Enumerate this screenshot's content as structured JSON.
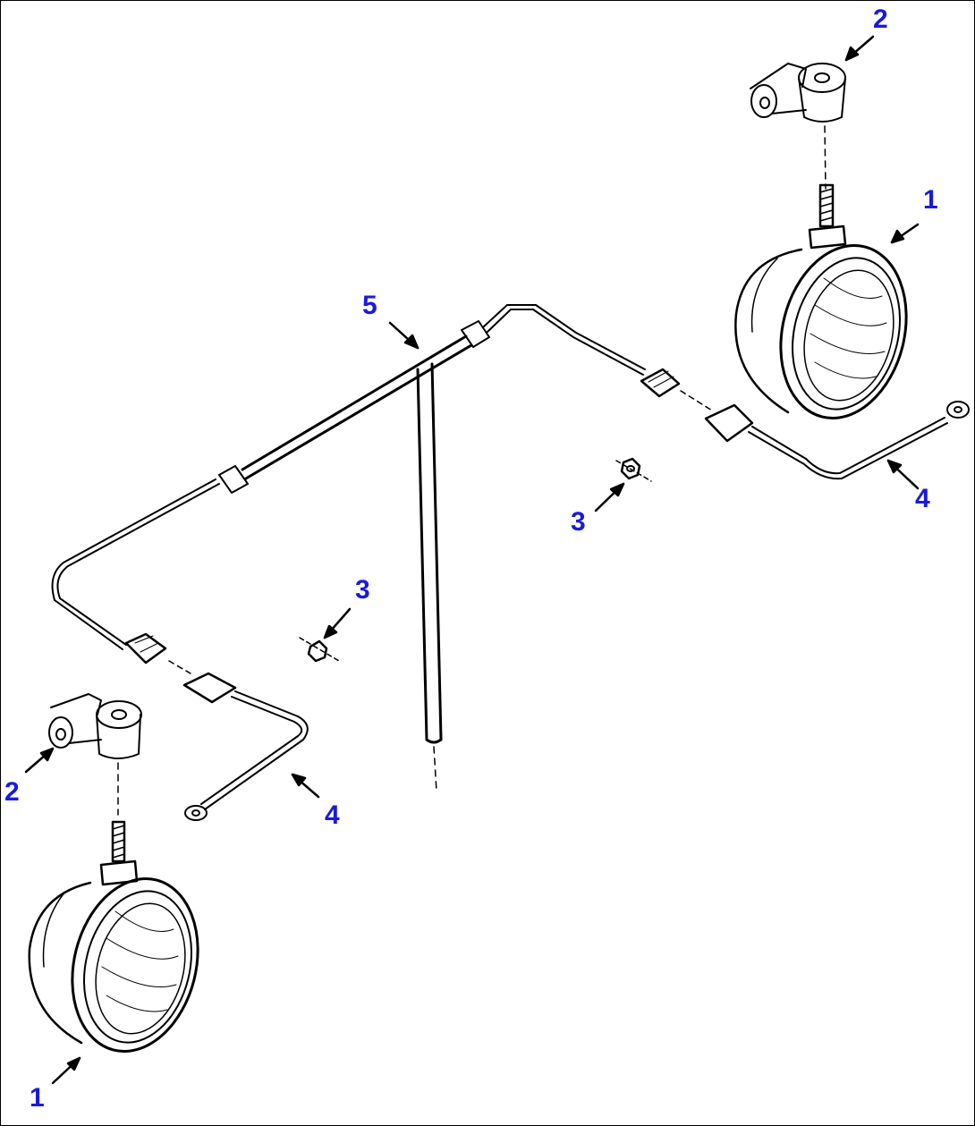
{
  "colors": {
    "line": "#000000",
    "callout": "#1a1adc",
    "background": "#ffffff"
  },
  "callouts": {
    "c1_top": "1",
    "c1_bottom": "1",
    "c2_top": "2",
    "c2_left": "2",
    "c3_right": "3",
    "c3_left": "3",
    "c4_right": "4",
    "c4_left": "4",
    "c5": "5"
  },
  "parts": [
    {
      "id": "1",
      "name": "work-lamp"
    },
    {
      "id": "2",
      "name": "mounting-bracket"
    },
    {
      "id": "3",
      "name": "nut"
    },
    {
      "id": "4",
      "name": "lamp-wire-lead"
    },
    {
      "id": "5",
      "name": "wiring-harness"
    }
  ]
}
